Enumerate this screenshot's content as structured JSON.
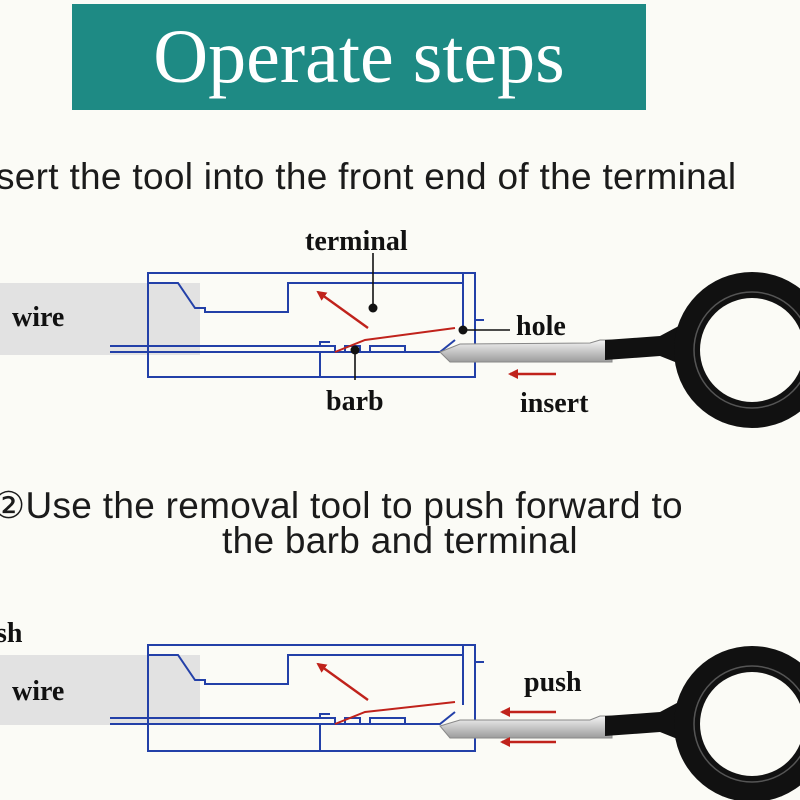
{
  "header": {
    "title": "Operate steps"
  },
  "step1": {
    "text": "sert the tool into the front end of the terminal",
    "labels": {
      "wire": "wire",
      "terminal": "terminal",
      "hole": "hole",
      "barb": "barb",
      "insert": "insert"
    }
  },
  "step2": {
    "line1": "②Use the removal tool to push forward to",
    "line2": "the barb and terminal",
    "labels": {
      "edge": "sh",
      "wire": "wire",
      "push": "push"
    }
  },
  "colors": {
    "banner": "#1e8a84",
    "outline": "#2340a8",
    "arrow": "#c0221b",
    "tool": "#111111",
    "wire": "#e2e2e2"
  }
}
